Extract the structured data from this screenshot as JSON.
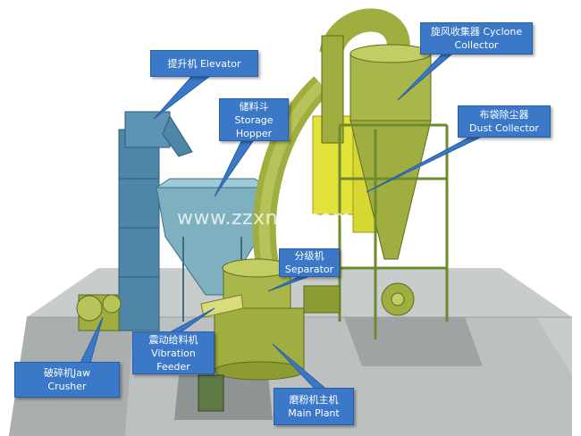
{
  "watermark": "www.zzxnzb.com",
  "colors": {
    "callout": "#3b78c7",
    "machine_green": "#9fae3f",
    "elevator_blue": "#4f86a8",
    "frame_green": "#6e8a2e",
    "dust_yellow": "#e2e23a",
    "floor_gray": "#b8bcbc"
  },
  "labels": {
    "elevator": {
      "cn": "提升机",
      "en": "Elevator"
    },
    "storage_hopper": {
      "cn": "储料斗",
      "en1": "Storage",
      "en2": "Hopper"
    },
    "cyclone_collector": {
      "cn": "旋风收集器",
      "en1": "Cyclone",
      "en2": "Collector"
    },
    "dust_collector": {
      "cn": "布袋除尘器",
      "en": "Dust Collector"
    },
    "separator": {
      "cn": "分级机",
      "en": "Separator"
    },
    "vibration_feeder": {
      "cn": "震动给料机",
      "en1": "Vibration",
      "en2": "Feeder"
    },
    "jaw_crusher": {
      "cn": "破碎机",
      "en1": "Jaw",
      "en2": "Crusher"
    },
    "main_plant": {
      "cn": "磨粉机主机",
      "en": "Main Plant"
    }
  }
}
